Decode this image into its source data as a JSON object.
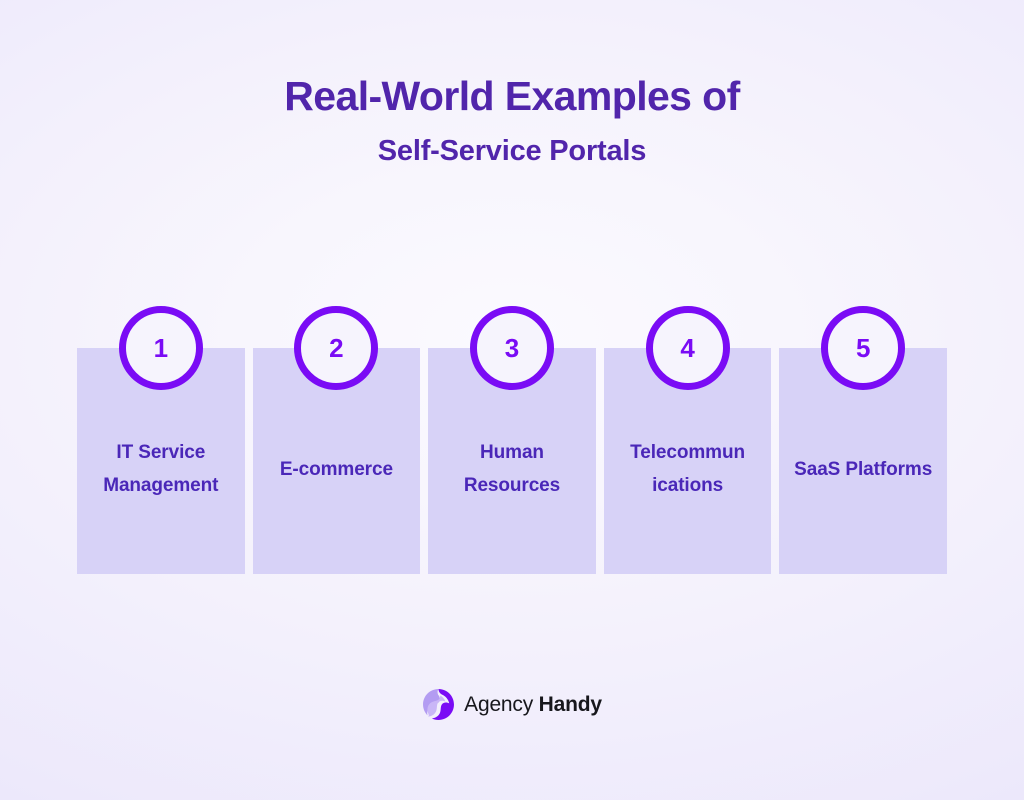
{
  "heading": {
    "line1": "Real-World Examples of",
    "line2": "Self-Service Portals"
  },
  "cards": [
    {
      "number": "1",
      "label": "IT Service Management"
    },
    {
      "number": "2",
      "label": "E-commerce"
    },
    {
      "number": "3",
      "label": "Human Resources"
    },
    {
      "number": "4",
      "label": "Telecommun ications"
    },
    {
      "number": "5",
      "label": "SaaS Platforms"
    }
  ],
  "footer": {
    "brand_light": "Agency",
    "brand_bold": "Handy",
    "logo_icon": "agency-handy-swirl-logo"
  },
  "colors": {
    "title": "#5125ab",
    "card_bg": "#d7d2f7",
    "card_label": "#4a27b8",
    "badge_ring": "#7a0bf5",
    "badge_fill": "#f6f4fd",
    "page_bg_center": "#fbfaff",
    "page_bg_edge": "#e7e2fa",
    "logo_dark": "#7a0bf5",
    "logo_light": "#b39cf2",
    "wordmark": "#17171c"
  }
}
